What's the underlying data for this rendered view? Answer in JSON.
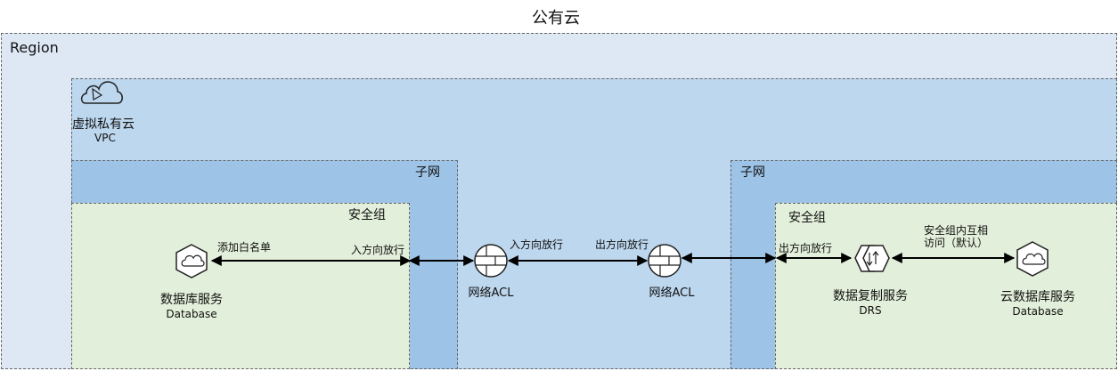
{
  "title": "公有云",
  "region": {
    "label": "Region",
    "fill": "#dee8f5"
  },
  "vpc": {
    "name": "虚拟私有云",
    "abbr": "VPC",
    "fill": "#bdd7ee",
    "icon": "cloud-vpc-icon"
  },
  "subnets": [
    {
      "label": "子网",
      "fill": "#9dc3e6"
    },
    {
      "label": "子网",
      "fill": "#9dc3e6"
    }
  ],
  "security_groups": [
    {
      "label": "安全组",
      "fill": "#e2efda"
    },
    {
      "label": "安全组",
      "fill": "#e2efda"
    }
  ],
  "nodes": {
    "database": {
      "name": "数据库服务",
      "sub": "Database",
      "icon": "database-cloud-icon"
    },
    "acl_left": {
      "name": "网络ACL",
      "icon": "acl-disk-icon"
    },
    "acl_right": {
      "name": "网络ACL",
      "icon": "acl-disk-icon"
    },
    "drs": {
      "name": "数据复制服务",
      "sub": "DRS",
      "icon": "replication-icon"
    },
    "cloud_db": {
      "name": "云数据库服务",
      "sub": "Database",
      "icon": "database-cloud-icon"
    }
  },
  "edge_labels": {
    "whitelist": "添加白名单",
    "inbound_sg_left": "入方向放行",
    "inbound_acl": "入方向放行",
    "outbound_acl": "出方向放行",
    "outbound_sg_right": "出方向放行",
    "intra_sg_line1": "安全组内互相",
    "intra_sg_line2": "访问（默认）"
  }
}
